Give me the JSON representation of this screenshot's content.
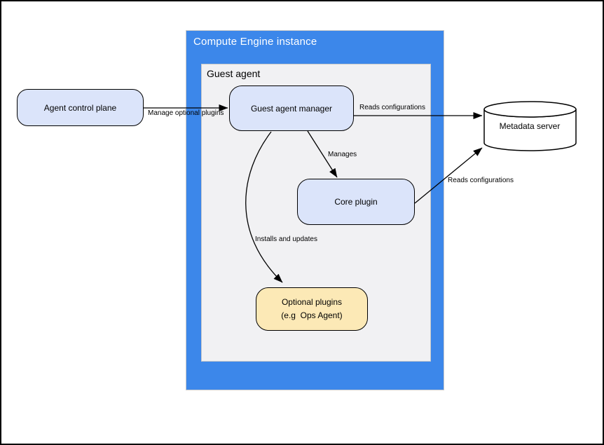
{
  "containers": {
    "compute_engine": {
      "title": "Compute Engine instance"
    },
    "guest_agent": {
      "title": "Guest agent"
    }
  },
  "nodes": {
    "agent_control_plane": {
      "label": "Agent control plane"
    },
    "guest_agent_manager": {
      "label": "Guest agent manager"
    },
    "core_plugin": {
      "label": "Core plugin"
    },
    "optional_plugins": {
      "line1": "Optional plugins",
      "line2": "(e.g  Ops Agent)"
    },
    "metadata_server": {
      "label": "Metadata server"
    }
  },
  "edges": {
    "manage_optional_plugins": {
      "label": "Manage optional plugins"
    },
    "reads_configurations_manager": {
      "label": "Reads configurations"
    },
    "manages": {
      "label": "Manages"
    },
    "installs_and_updates": {
      "label": "Installs and updates"
    },
    "reads_configurations_core": {
      "label": "Reads configurations"
    }
  },
  "colors": {
    "container_blue": "#3c87ea",
    "container_gray_bg": "#f1f1f3",
    "container_gray_border": "#c9c9c9",
    "node_blue_fill": "#dbe4fa",
    "node_yellow_fill": "#fce9b6",
    "node_border": "#000000",
    "title_text": "#ffffff",
    "edge_stroke": "#000000"
  }
}
